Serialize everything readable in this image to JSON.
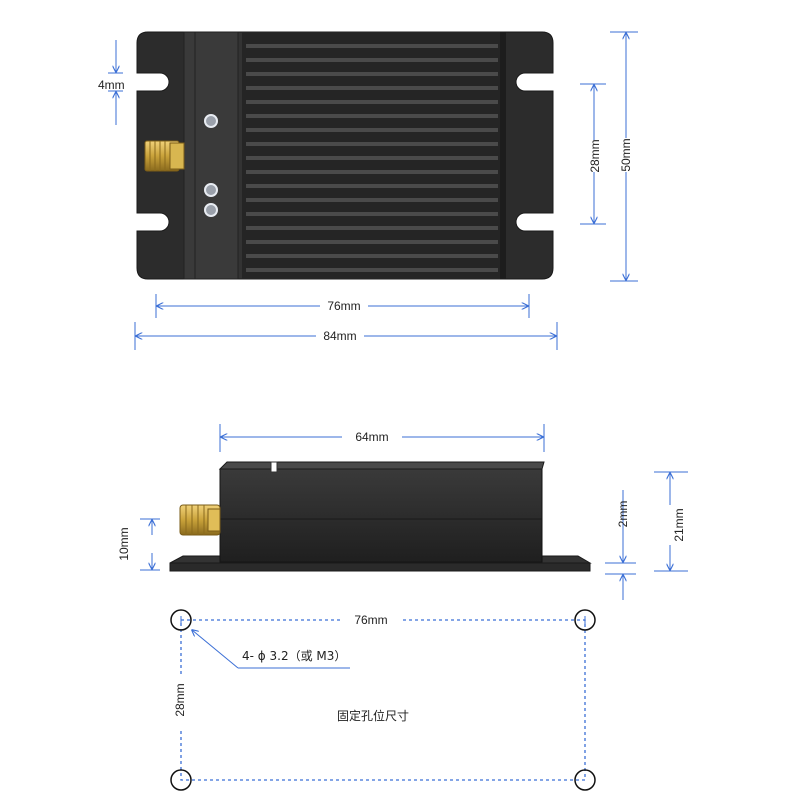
{
  "colors": {
    "dimension_line": "#3b6fd6",
    "device_body": "#2b2b2b",
    "device_fin": "#161616",
    "connector_gold": "#c9a23a",
    "mounting_outline": "#3b6fd6"
  },
  "top_view": {
    "dim_tab_height": "4mm",
    "dim_hole_spacing_vertical": "28mm",
    "dim_total_height": "50mm",
    "dim_hole_spacing_horizontal": "76mm",
    "dim_total_width": "84mm"
  },
  "side_view": {
    "dim_body_length": "64mm",
    "dim_connector_height": "10mm",
    "dim_base_thickness": "2mm",
    "dim_total_height": "21mm"
  },
  "mounting": {
    "dim_horizontal": "76mm",
    "dim_vertical": "28mm",
    "hole_callout": "4- ϕ 3.2（或 M3）",
    "caption": "固定孔位尺寸"
  }
}
